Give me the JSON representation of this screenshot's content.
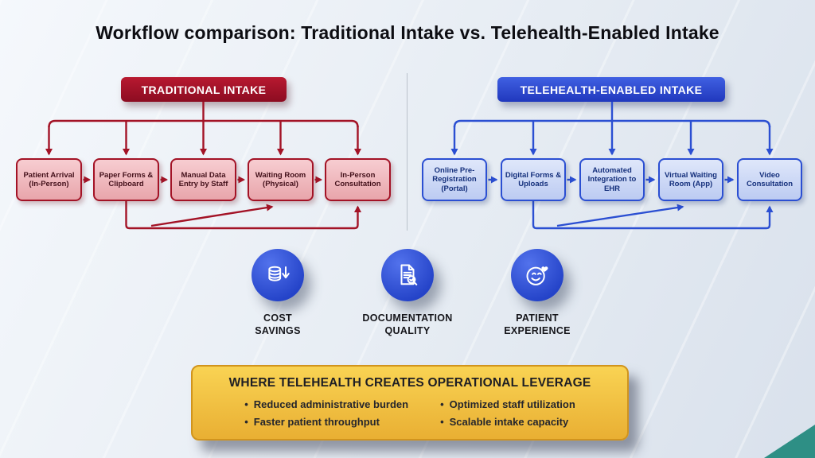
{
  "title": "Workflow comparison: Traditional Intake vs. Telehealth-Enabled Intake",
  "traditional": {
    "header": "TRADITIONAL INTAKE",
    "steps": [
      "Patient Arrival (In-Person)",
      "Paper Forms & Clipboard",
      "Manual Data Entry by Staff",
      "Waiting Room (Physical)",
      "In-Person Consultation"
    ]
  },
  "telehealth": {
    "header": "TELEHEALTH-ENABLED INTAKE",
    "steps": [
      "Online Pre-Registration (Portal)",
      "Digital Forms & Uploads",
      "Automated Integration to EHR",
      "Virtual Waiting Room (App)",
      "Video Consultation"
    ]
  },
  "benefits": [
    {
      "icon": "coins-down-arrow-icon",
      "label": "COST\nSAVINGS"
    },
    {
      "icon": "document-check-icon",
      "label": "DOCUMENTATION\nQUALITY"
    },
    {
      "icon": "smiley-heart-icon",
      "label": "PATIENT\nEXPERIENCE"
    }
  ],
  "leverage": {
    "title": "WHERE TELEHEALTH CREATES OPERATIONAL LEVERAGE",
    "bullet_char": "•",
    "bullets": [
      "Reduced administrative burden",
      "Faster patient throughput",
      "Optimized staff utilization",
      "Scalable intake capacity"
    ]
  },
  "colors": {
    "traditional-accent": "#a31326",
    "telehealth-accent": "#2b4fd2",
    "benefit-circle": "#2443c8",
    "leverage-gold": "#e9af33"
  }
}
